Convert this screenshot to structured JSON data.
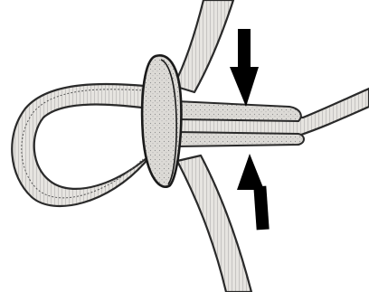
{
  "figure": {
    "colors": {
      "background": "#ffffff",
      "webbing_fill": "#e6e4e0",
      "webbing_edge": "#2a2a2a",
      "webbing_weave": "#777777",
      "grommet_fill": "#d9d7d3",
      "grommet_edge": "#1a1a1a",
      "arrow": "#000000"
    },
    "arrows": [
      {
        "name": "upper-arrow",
        "direction": "down"
      },
      {
        "name": "lower-arrow",
        "direction": "up"
      }
    ]
  }
}
